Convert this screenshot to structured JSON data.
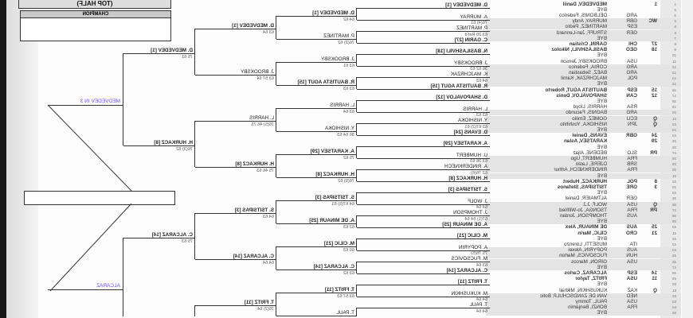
{
  "header": {
    "title": "(TOP HALF)",
    "champion_label": "CHAMPION"
  },
  "draw_list": [
    {
      "num": "1",
      "seed": "1",
      "country": "",
      "name": "MEDVEDEV, Daniil",
      "bold": true
    },
    {
      "num": "2",
      "seed": "",
      "country": "",
      "name": "BYE",
      "bold": false
    },
    {
      "num": "3",
      "seed": "",
      "country": "ARG",
      "name": "DELBONIS, Federico",
      "bold": false
    },
    {
      "num": "4",
      "seed": "WC",
      "country": "GBR",
      "name": "MURRAY, Andy",
      "bold": false
    },
    {
      "num": "5",
      "seed": "",
      "country": "ESP",
      "name": "MARTINEZ, Pedro",
      "bold": false
    },
    {
      "num": "6",
      "seed": "",
      "country": "GER",
      "name": "STRUFF, Jan-Lennard",
      "bold": false
    },
    {
      "num": "7",
      "seed": "",
      "country": "",
      "name": "BYE",
      "bold": false
    },
    {
      "num": "8",
      "seed": "27",
      "country": "CHI",
      "name": "GARIN, Cristian",
      "bold": true
    },
    {
      "num": "9",
      "seed": "18",
      "country": "GEO",
      "name": "BASILASHVILI, Nikoloz",
      "bold": true
    },
    {
      "num": "10",
      "seed": "",
      "country": "",
      "name": "BYE",
      "bold": false
    },
    {
      "num": "11",
      "seed": "",
      "country": "USA",
      "name": "BROOKSBY, Jenson",
      "bold": false
    },
    {
      "num": "12",
      "seed": "",
      "country": "ARG",
      "name": "CORIA, Federico",
      "bold": false
    },
    {
      "num": "13",
      "seed": "",
      "country": "ARG",
      "name": "BAEZ, Sebastian",
      "bold": false
    },
    {
      "num": "14",
      "seed": "",
      "country": "POL",
      "name": "MAJCHRZAK, Kamil",
      "bold": false
    },
    {
      "num": "15",
      "seed": "",
      "country": "",
      "name": "BYE",
      "bold": false
    },
    {
      "num": "16",
      "seed": "15",
      "country": "ESP",
      "name": "BAUTISTA AGUT, Roberto",
      "bold": true
    },
    {
      "num": "17",
      "seed": "12",
      "country": "CAN",
      "name": "SHAPOVALOV, Denis",
      "bold": true
    },
    {
      "num": "18",
      "seed": "",
      "country": "",
      "name": "BYE",
      "bold": false
    },
    {
      "num": "19",
      "seed": "",
      "country": "RSA",
      "name": "HARRIS, Lloyd",
      "bold": false
    },
    {
      "num": "20",
      "seed": "",
      "country": "ARG",
      "name": "BAGNIS, Facundo",
      "bold": false
    },
    {
      "num": "21",
      "seed": "Q",
      "country": "ECU",
      "name": "GOMEZ, Emilio",
      "bold": false
    },
    {
      "num": "22",
      "seed": "Q",
      "country": "JPN",
      "name": "NISHIOKA, Yoshihito",
      "bold": false
    },
    {
      "num": "23",
      "seed": "",
      "country": "",
      "name": "BYE",
      "bold": false
    },
    {
      "num": "24",
      "seed": "24",
      "country": "GBR",
      "name": "EVANS, Daniel",
      "bold": true
    },
    {
      "num": "25",
      "seed": "29",
      "country": "",
      "name": "KARATSEV, Aslan",
      "bold": true
    },
    {
      "num": "26",
      "seed": "",
      "country": "",
      "name": "BYE",
      "bold": false
    },
    {
      "num": "27",
      "seed": "PR",
      "country": "SLO",
      "name": "BEDENE, Aljaz",
      "bold": false
    },
    {
      "num": "28",
      "seed": "",
      "country": "FRA",
      "name": "HUMBERT, Ugo",
      "bold": false
    },
    {
      "num": "29",
      "seed": "",
      "country": "SRB",
      "name": "DJERE, Laslo",
      "bold": false
    },
    {
      "num": "30",
      "seed": "",
      "country": "FRA",
      "name": "RINDERKNECH, Arthur",
      "bold": false
    },
    {
      "num": "31",
      "seed": "",
      "country": "",
      "name": "BYE",
      "bold": false
    },
    {
      "num": "32",
      "seed": "8",
      "country": "POL",
      "name": "HURKACZ, Hubert",
      "bold": true
    },
    {
      "num": "33",
      "seed": "3",
      "country": "GRE",
      "name": "TSITSIPAS, Stefanos",
      "bold": true
    },
    {
      "num": "34",
      "seed": "",
      "country": "",
      "name": "BYE",
      "bold": false
    },
    {
      "num": "35",
      "seed": "",
      "country": "GER",
      "name": "ALTMAIER, Daniel",
      "bold": false
    },
    {
      "num": "36",
      "seed": "Q",
      "country": "USA",
      "name": "WOLF, J.J.",
      "bold": false
    },
    {
      "num": "37",
      "seed": "PR",
      "country": "FRA",
      "name": "TSONGA, Jo-Wilfried",
      "bold": false
    },
    {
      "num": "38",
      "seed": "",
      "country": "AUS",
      "name": "THOMPSON, Jordan",
      "bold": false
    },
    {
      "num": "39",
      "seed": "",
      "country": "",
      "name": "BYE",
      "bold": false
    },
    {
      "num": "40",
      "seed": "25",
      "country": "AUS",
      "name": "DE MINAUR, Alex",
      "bold": true
    },
    {
      "num": "41",
      "seed": "21",
      "country": "CRO",
      "name": "CILIC, Marin",
      "bold": true
    },
    {
      "num": "42",
      "seed": "",
      "country": "",
      "name": "BYE",
      "bold": false
    },
    {
      "num": "43",
      "seed": "",
      "country": "ITA",
      "name": "MUSETTI, Lorenzo",
      "bold": false
    },
    {
      "num": "44",
      "seed": "",
      "country": "AUS",
      "name": "POPYRIN, Alexei",
      "bold": false
    },
    {
      "num": "45",
      "seed": "",
      "country": "HUN",
      "name": "FUCSOVICS, Marton",
      "bold": false
    },
    {
      "num": "46",
      "seed": "",
      "country": "USA",
      "name": "GIRON, Marcos",
      "bold": false
    },
    {
      "num": "47",
      "seed": "",
      "country": "",
      "name": "BYE",
      "bold": false
    },
    {
      "num": "48",
      "seed": "14",
      "country": "ESP",
      "name": "ALCARAZ, Carlos",
      "bold": true
    },
    {
      "num": "49",
      "seed": "11",
      "country": "USA",
      "name": "FRITZ, Taylor",
      "bold": true
    },
    {
      "num": "50",
      "seed": "",
      "country": "",
      "name": "BYE",
      "bold": false
    },
    {
      "num": "51",
      "seed": "Q",
      "country": "KAZ",
      "name": "KUKUSHKIN, Mikhail",
      "bold": false
    },
    {
      "num": "52",
      "seed": "",
      "country": "NED",
      "name": "VAN DE ZANDSCHULP, Botic",
      "bold": false
    },
    {
      "num": "53",
      "seed": "",
      "country": "USA",
      "name": "PAUL, Tommy",
      "bold": false
    },
    {
      "num": "54",
      "seed": "",
      "country": "FRA",
      "name": "BONZI, Benjamin",
      "bold": false
    },
    {
      "num": "55",
      "seed": "",
      "country": "",
      "name": "BYE",
      "bold": false
    }
  ],
  "rounds": {
    "r1": [
      {
        "name": "D. MEDVEDEV [1]",
        "score": "",
        "bold": true
      },
      {
        "name": "A. MURRAY",
        "score": "76(4) 61",
        "bold": false
      },
      {
        "name": "P. MARTINEZ",
        "score": "63 20 Ret'd",
        "bold": false
      },
      {
        "name": "C. GARIN [27]",
        "score": "",
        "bold": true
      },
      {
        "name": "N. BASILASHVILI [18]",
        "score": "",
        "bold": true
      },
      {
        "name": "J. BROOKSBY",
        "score": "36 62 63",
        "bold": false
      },
      {
        "name": "K. MAJCHRZAK",
        "score": "64 63",
        "bold": false
      },
      {
        "name": "R. BAUTISTA AGUT [15]",
        "score": "",
        "bold": true
      },
      {
        "name": "D. SHAPOVALOV [12]",
        "score": "",
        "bold": true
      },
      {
        "name": "L. HARRIS",
        "score": "63 63",
        "bold": false
      },
      {
        "name": "Y. NISHIOKA",
        "score": "62 67(2) 61",
        "bold": false
      },
      {
        "name": "D. EVANS [24]",
        "score": "",
        "bold": true
      },
      {
        "name": "A. KARATSEV [29]",
        "score": "",
        "bold": true
      },
      {
        "name": "U. HUMBERT",
        "score": "63 36 63",
        "bold": false
      },
      {
        "name": "A. RINDERKNECH",
        "score": "62 76(6)",
        "bold": false
      },
      {
        "name": "H. HURKACZ [8]",
        "score": "",
        "bold": true
      },
      {
        "name": "S. TSITSIPAS [3]",
        "score": "",
        "bold": true
      },
      {
        "name": "J. WOLF",
        "score": "64 64",
        "bold": false
      },
      {
        "name": "J. THOMPSON",
        "score": "67(1) 64 64",
        "bold": false
      },
      {
        "name": "A. DE MINAUR [25]",
        "score": "",
        "bold": true
      },
      {
        "name": "M. CILIC [21]",
        "score": "",
        "bold": true
      },
      {
        "name": "A. POPYRIN",
        "score": "75 76(5)",
        "bold": false
      },
      {
        "name": "M. FUCSOVICS",
        "score": "63 64",
        "bold": false
      },
      {
        "name": "C. ALCARAZ [14]",
        "score": "",
        "bold": true
      },
      {
        "name": "T. FRITZ [11]",
        "score": "",
        "bold": true
      },
      {
        "name": "M. KUKUSHKIN",
        "score": "64 64",
        "bold": false
      },
      {
        "name": "T. PAUL",
        "score": "64 64",
        "bold": false
      }
    ],
    "r2": [
      {
        "name": "D. MEDVEDEV [1]",
        "score": "64 62",
        "bold": true
      },
      {
        "name": "P. MARTINEZ",
        "score": "76(2) 62",
        "bold": false
      },
      {
        "name": "J. BROOKSBY",
        "score": "63 61",
        "bold": false
      },
      {
        "name": "R. BAUTISTA AGUT [15]",
        "score": "63 63",
        "bold": true
      },
      {
        "name": "L. HARRIS",
        "score": "63 64",
        "bold": false
      },
      {
        "name": "Y. NISHIOKA",
        "score": "36 64 63",
        "bold": false
      },
      {
        "name": "A. KARATSEV [29]",
        "score": "75 62",
        "bold": true
      },
      {
        "name": "H. HURKACZ [8]",
        "score": "76(5) 62",
        "bold": true
      },
      {
        "name": "S. TSITSIPAS [3]",
        "score": "64 67(5) 61",
        "bold": true
      },
      {
        "name": "A. DE MINAUR [25]",
        "score": "62 63",
        "bold": true
      },
      {
        "name": "M. CILIC [21]",
        "score": "60 63",
        "bold": true
      },
      {
        "name": "C. ALCARAZ [14]",
        "score": "63 62",
        "bold": true
      },
      {
        "name": "T. FRITZ [11]",
        "score": "63 57 63",
        "bold": true
      },
      {
        "name": "T. PAUL",
        "score": "",
        "bold": false
      }
    ],
    "r3": [
      {
        "name": "D. MEDVEDEV [1]",
        "score": "63 64",
        "bold": true
      },
      {
        "name": "J. BROOKSBY",
        "score": "63 57 64",
        "bold": false
      },
      {
        "name": "L. HARRIS",
        "score": "76(5) 46 75",
        "bold": false
      },
      {
        "name": "H. HURKACZ [8]",
        "score": "75 46 63",
        "bold": true
      },
      {
        "name": "S. TSITSIPAS [3]",
        "score": "64 63",
        "bold": true
      },
      {
        "name": "C. ALCARAZ [14]",
        "score": "64 64",
        "bold": true
      },
      {
        "name": "T. FRITZ [11]",
        "score": "76(2) 64",
        "bold": true
      }
    ],
    "r4": [
      {
        "name": "D. MEDVEDEV [1]",
        "score": "75 61",
        "bold": true
      },
      {
        "name": "H. HURKACZ [8]",
        "score": "76(3) 62",
        "bold": true
      },
      {
        "name": "C. ALCARAZ [14]",
        "score": "75 63",
        "bold": true
      }
    ],
    "predictions": [
      {
        "name": "MEDVEDEV IN 3"
      },
      {
        "name": "ALCARAZ"
      }
    ]
  },
  "colors": {
    "prediction": "#6a4cff",
    "line": "#333333",
    "shade": "#e4e4e4"
  }
}
